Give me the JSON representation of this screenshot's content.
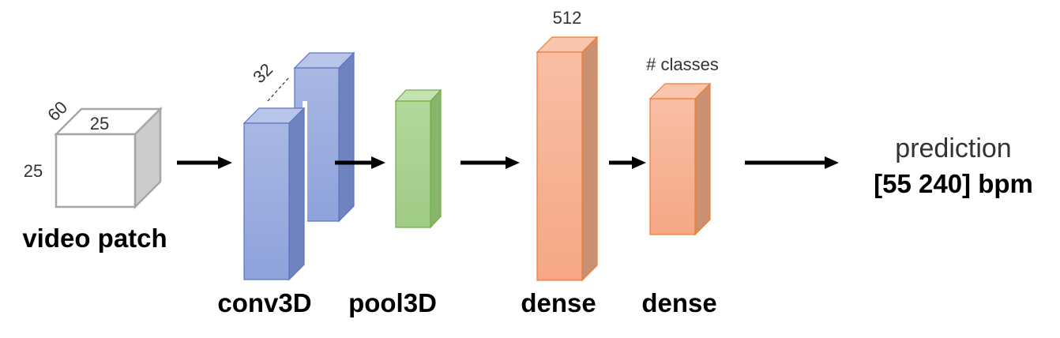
{
  "input": {
    "depth_label": "60",
    "width_label": "25",
    "height_label": "25",
    "caption": "video patch"
  },
  "layers": {
    "conv": {
      "caption": "conv3D",
      "filters_label": "32"
    },
    "pool": {
      "caption": "pool3D"
    },
    "dense1": {
      "caption": "dense",
      "units_label": "512"
    },
    "dense2": {
      "caption": "dense",
      "units_label": "# classes"
    }
  },
  "output": {
    "title": "prediction",
    "range": "[55 240] bpm"
  },
  "colors": {
    "conv_fill": "#9aabdc",
    "pool_fill": "#a9d18e",
    "dense_fill": "#f8b08e",
    "input_side": "#cccccc",
    "arrow": "#000000"
  },
  "icons": [
    "arrow-right-icon"
  ]
}
